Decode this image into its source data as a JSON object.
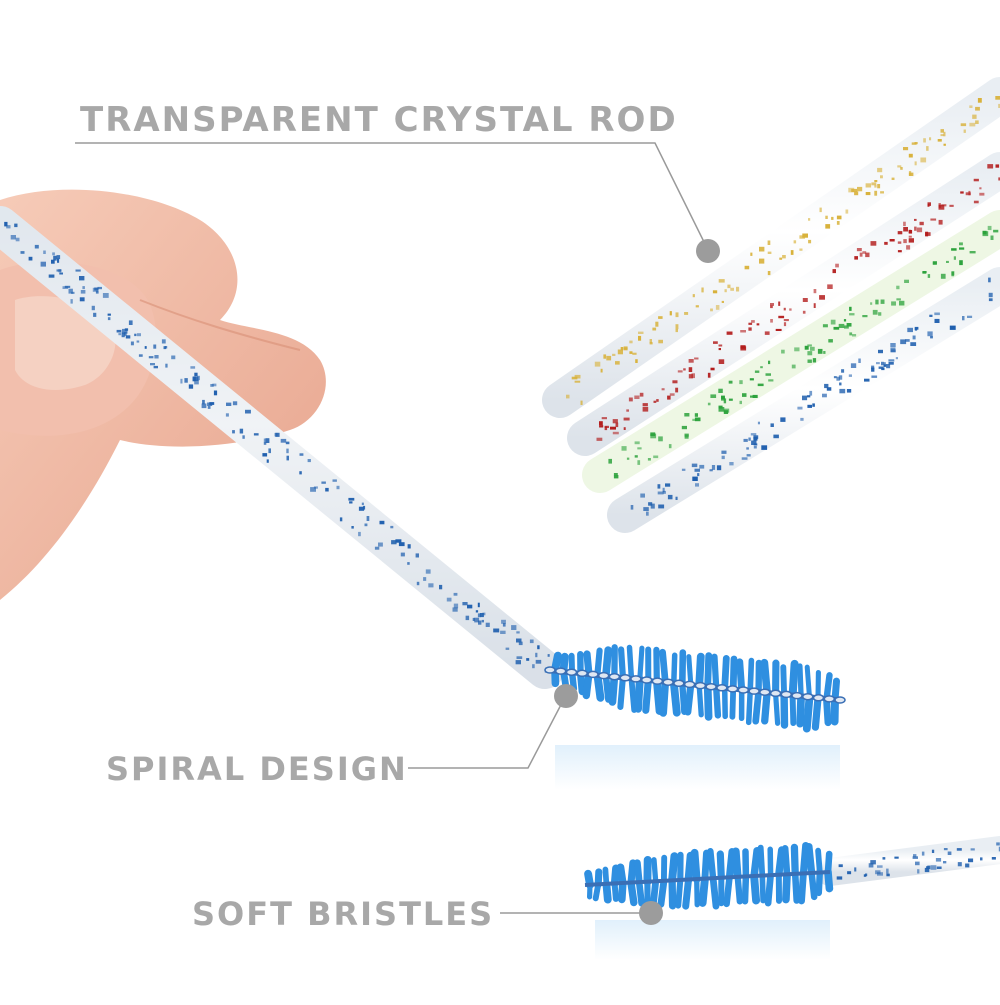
{
  "callouts": {
    "rod": "TRANSPARENT CRYSTAL ROD",
    "spiral": "SPIRAL DESIGN",
    "soft": "SOFT BRISTLES"
  },
  "colors": {
    "label": "#a8a8a8",
    "callout_line": "#9a9a9a",
    "callout_dot": "#9c9c9c",
    "bristle_blue": "#2f8fe0",
    "glitter_blue": "#1f5fae",
    "glitter_gold": "#d8b13a",
    "glitter_red": "#b21a1a",
    "glitter_green": "#2aa13a",
    "skin": "#f0b9a6"
  },
  "rods": [
    {
      "glitter": "gold"
    },
    {
      "glitter": "red"
    },
    {
      "glitter": "green"
    },
    {
      "glitter": "blue"
    }
  ]
}
